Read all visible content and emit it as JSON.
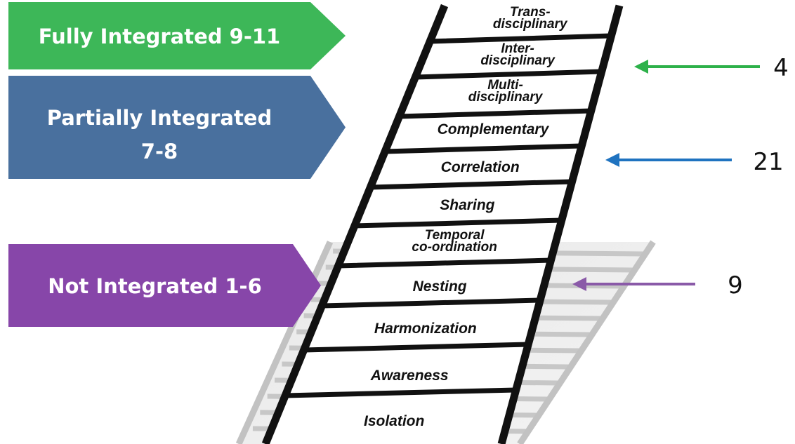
{
  "banners": [
    {
      "id": "fully",
      "lines": [
        "Fully Integrated 9-11"
      ],
      "color": "#2db14a"
    },
    {
      "id": "partially",
      "lines": [
        "Partially Integrated",
        "7-8"
      ],
      "color": "#3a6496"
    },
    {
      "id": "not",
      "lines": [
        "Not Integrated 1-6"
      ],
      "color": "#7d37a2"
    }
  ],
  "ladder_rungs": [
    {
      "lines": [
        "Trans-",
        "disciplinary"
      ]
    },
    {
      "lines": [
        "Inter-",
        "disciplinary"
      ]
    },
    {
      "lines": [
        "Multi-",
        "disciplinary"
      ]
    },
    {
      "lines": [
        "Complementary"
      ]
    },
    {
      "lines": [
        "Correlation"
      ]
    },
    {
      "lines": [
        "Sharing"
      ]
    },
    {
      "lines": [
        "Temporal",
        "co-ordination"
      ]
    },
    {
      "lines": [
        "Nesting"
      ]
    },
    {
      "lines": [
        "Harmonization"
      ]
    },
    {
      "lines": [
        "Awareness"
      ]
    },
    {
      "lines": [
        "Isolation"
      ]
    }
  ],
  "markers": [
    {
      "value": "4",
      "color": "#2db14a",
      "points_to": "Inter-disciplinary"
    },
    {
      "value": "21",
      "color": "#1f73c0",
      "points_to": "Correlation"
    },
    {
      "value": "9",
      "color": "#8a5aa8",
      "points_to": "Nesting"
    }
  ]
}
